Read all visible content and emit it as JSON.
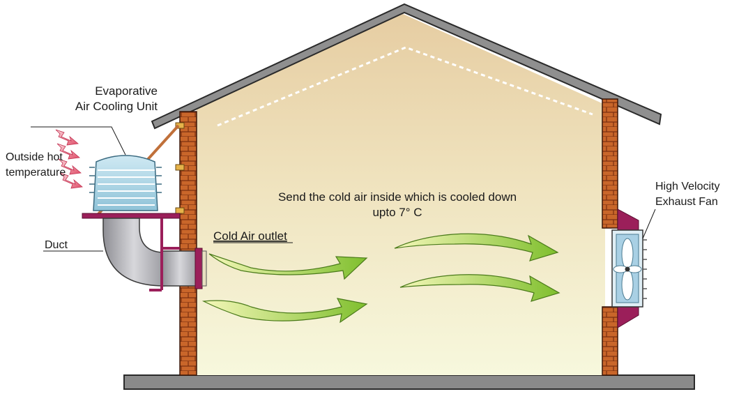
{
  "labels": {
    "cooling_unit_line1": "Evaporative",
    "cooling_unit_line2": "Air Cooling Unit",
    "outside_line1": "Outside hot",
    "outside_line2": "temperature",
    "duct": "Duct",
    "cold_air_outlet": "Cold Air outlet",
    "message_line1": "Send the cold air inside which is cooled down",
    "message_line2": "upto 7° C",
    "fan_line1": "High Velocity",
    "fan_line2": "Exhaust Fan"
  },
  "colors": {
    "wall_brick": "#c8662a",
    "roof_interior_top": "#e8d0a6",
    "interior_bottom": "#f6f7dc",
    "cold_arrow": "#a8d24a",
    "heat_arrow": "#e87a8c",
    "duct": "#b9b9bd",
    "frame": "#9b1f5a",
    "ground": "#8a8a8a"
  },
  "icons": [
    "heat-arrow-icon",
    "cold-air-arrow-icon",
    "exhaust-fan-icon",
    "cooling-unit-icon"
  ]
}
